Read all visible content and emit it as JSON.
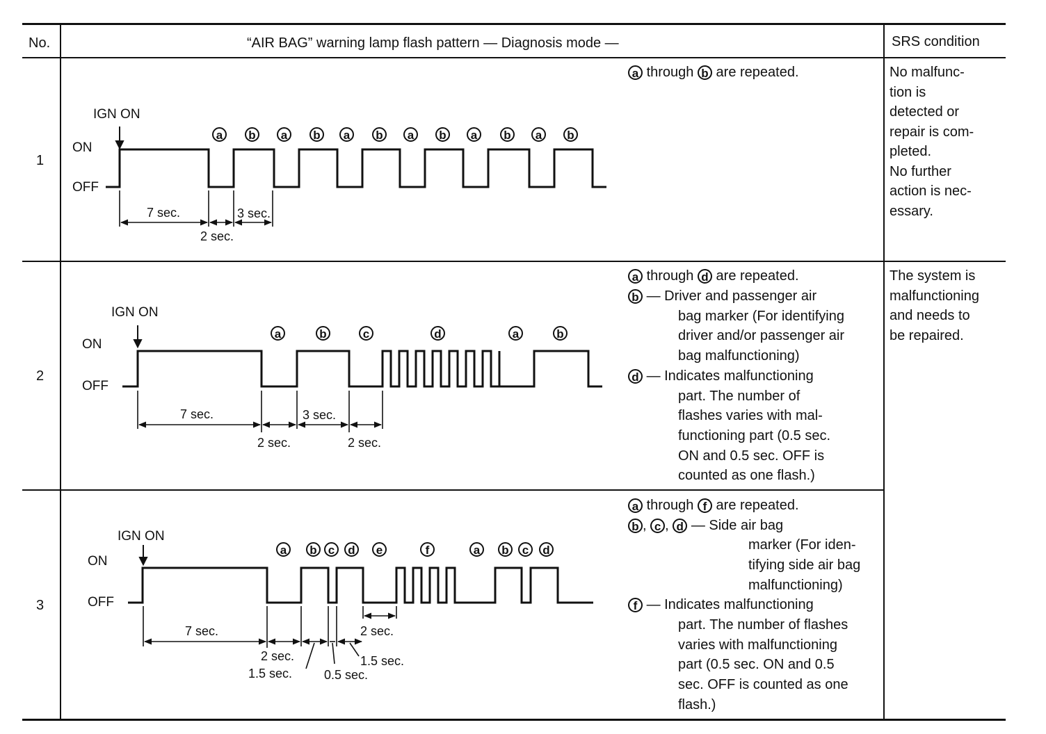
{
  "header": {
    "no": "No.",
    "pattern": "“AIR BAG” warning lamp flash pattern — Diagnosis mode —",
    "srs": "SRS condition"
  },
  "labels": {
    "ign_on": "IGN ON",
    "on": "ON",
    "off": "OFF"
  },
  "rows": [
    {
      "no": "1",
      "markers": [
        "a",
        "b",
        "a",
        "b",
        "a",
        "b",
        "a",
        "b",
        "a",
        "b",
        "a",
        "b"
      ],
      "timing": [
        "7 sec.",
        "2 sec.",
        "3 sec."
      ],
      "note_letters": [
        "a",
        "b"
      ],
      "note_line": "are repeated.",
      "through": "through",
      "srs": [
        "No malfunc-",
        "tion is",
        "detected or",
        "repair is com-",
        "pleted.",
        "No further",
        "action is nec-",
        "essary."
      ]
    },
    {
      "no": "2",
      "markers": [
        "a",
        "b",
        "c",
        "d",
        "a",
        "b"
      ],
      "timing": [
        "7 sec.",
        "2 sec.",
        "3 sec.",
        "2 sec."
      ],
      "note_letters": [
        "a",
        "d"
      ],
      "note_line": "are repeated.",
      "through": "through",
      "note_b_letter": "b",
      "note_b": [
        "— Driver and passenger air",
        "bag marker (For identifying",
        "driver and/or passenger air",
        "bag malfunctioning)"
      ],
      "note_d_letter": "d",
      "note_d": [
        "— Indicates malfunctioning",
        "part. The number of",
        "flashes varies with mal-",
        "functioning part (0.5 sec.",
        "ON and 0.5 sec. OFF is",
        "counted as one flash.)"
      ],
      "srs": [
        "The system is",
        "malfunctioning",
        "and needs to",
        "be repaired."
      ]
    },
    {
      "no": "3",
      "markers": [
        "a",
        "b",
        "c",
        "d",
        "e",
        "f",
        "a",
        "b",
        "c",
        "d"
      ],
      "timing": [
        "7 sec.",
        "2 sec.",
        "1.5 sec.",
        "0.5 sec.",
        "1.5 sec.",
        "2 sec."
      ],
      "note_letters": [
        "a",
        "f"
      ],
      "note_line": "are repeated.",
      "through": "through",
      "note_bcd_letters": [
        "b",
        "c",
        "d"
      ],
      "note_bcd": [
        "— Side air bag",
        "marker (For iden-",
        "tifying side air bag",
        "malfunctioning)"
      ],
      "note_f_letter": "f",
      "note_f": [
        "— Indicates malfunctioning",
        "part. The number of flashes",
        "varies with malfunctioning",
        "part (0.5 sec. ON and 0.5",
        "sec. OFF is counted as one",
        "flash.)"
      ]
    }
  ]
}
